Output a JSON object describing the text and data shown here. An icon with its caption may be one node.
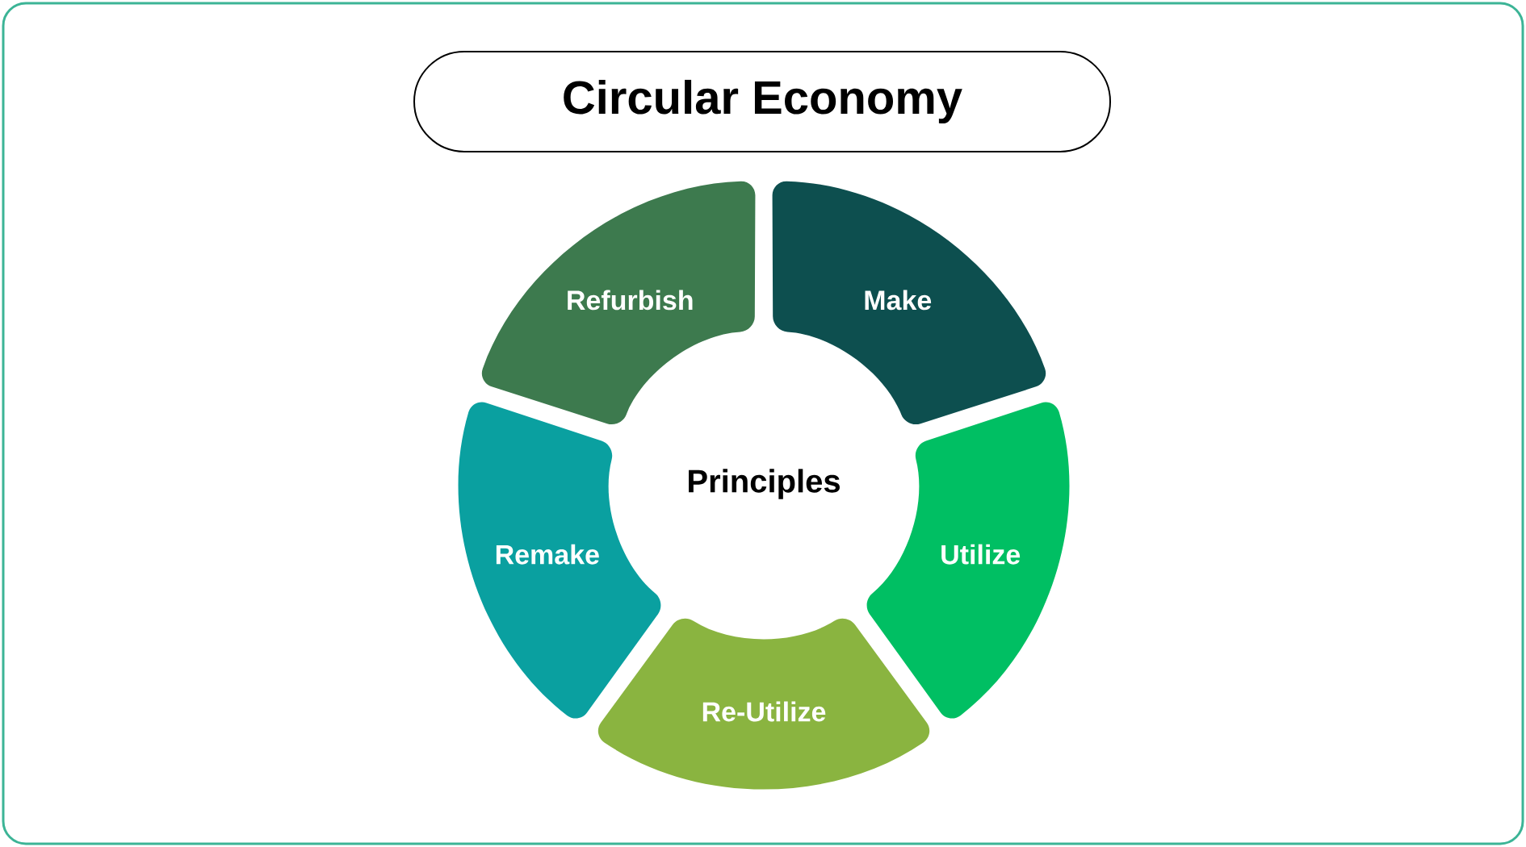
{
  "diagram": {
    "title": "Circular Economy",
    "nodes": [
      {
        "text": [
          "Refurbish"
        ]
      },
      {
        "text": [
          "Make"
        ]
      },
      {
        "text": [
          "Principles"
        ]
      },
      {
        "text": [
          "Remake"
        ]
      },
      {
        "text": [
          "Utilize"
        ]
      },
      {
        "text": [
          "Re-Utilize"
        ]
      }
    ]
  }
}
